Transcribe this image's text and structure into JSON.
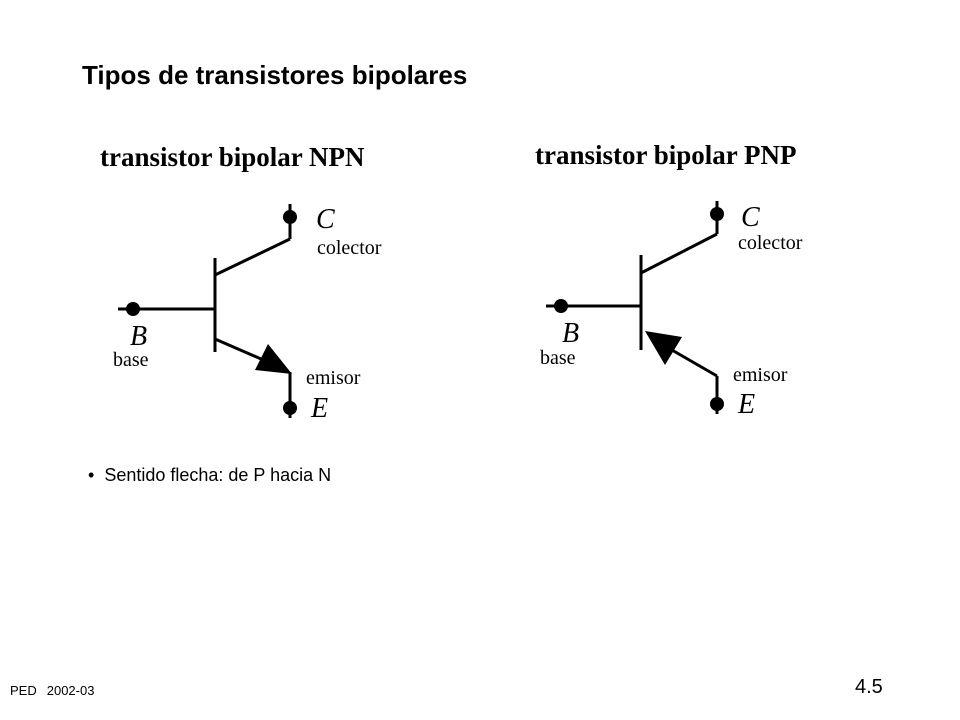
{
  "slide": {
    "title": "Tipos de transistores bipolares"
  },
  "npn": {
    "title": "transistor bipolar NPN",
    "collector_letter": "C",
    "collector_label": "colector",
    "base_letter": "B",
    "base_label": "base",
    "emitter_letter": "E",
    "emitter_label": "emisor"
  },
  "pnp": {
    "title": "transistor bipolar PNP",
    "collector_letter": "C",
    "collector_label": "colector",
    "base_letter": "B",
    "base_label": "base",
    "emitter_letter": "E",
    "emitter_label": "emisor"
  },
  "notes": {
    "bullet_symbol": "•",
    "bullet_text": "Sentido flecha: de P hacia N"
  },
  "footer": {
    "course": "PED",
    "year": "2002-03",
    "page_number": "4.5"
  },
  "colors": {
    "foreground": "#000000",
    "background": "#ffffff"
  }
}
